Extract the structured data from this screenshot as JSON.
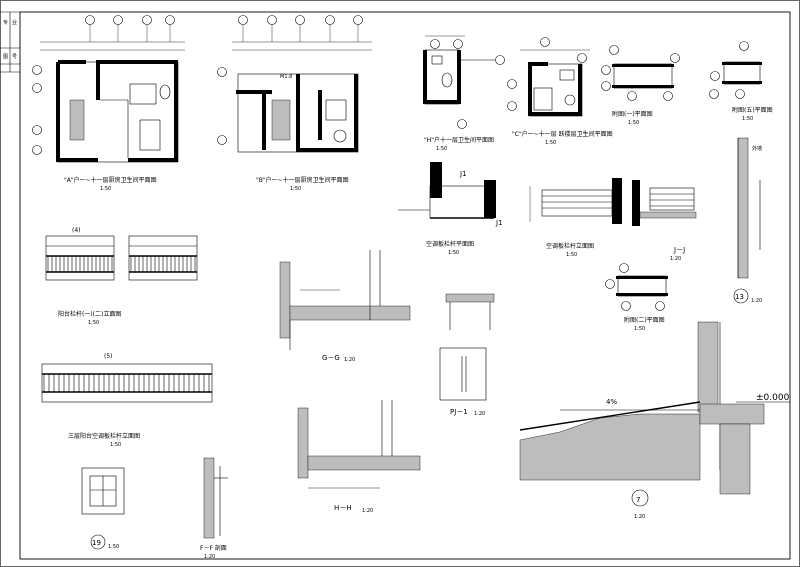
{
  "title_block": {
    "labels": [
      "专",
      "业",
      "图",
      "号"
    ]
  },
  "plans": {
    "a_bathroom": {
      "title": "\"A\"户一~十一层厨房卫生间平面图",
      "scale": "1:50"
    },
    "b_bathroom": {
      "title": "\"B\"户一~十一层厨房卫生间平面图",
      "scale": "1:50"
    },
    "h_bathroom": {
      "title": "\"H\"户十一层卫生间平面图",
      "scale": "1:50"
    },
    "c_bathroom": {
      "title": "\"C\"户一~十一层 跃楼层卫生间平面图",
      "scale": "1:50"
    },
    "appendix_1": {
      "title": "附图(一)平面图",
      "scale": "1:50"
    },
    "appendix_5": {
      "title": "附图(五)平面图",
      "scale": "1:50"
    },
    "appendix_2": {
      "title": "附图(二)平面图",
      "scale": "1:50"
    }
  },
  "details": {
    "railing_1": {
      "title": "阳台栏杆(一)(二)立面图",
      "scale": "1:50"
    },
    "railing_3": {
      "title": "三层阳台空调板栏杆立面图",
      "scale": "1:50"
    },
    "ac_plan": {
      "title": "空调板栏杆平面图",
      "scale": "1:50"
    },
    "ac_elev": {
      "title": "空调板栏杆立面图",
      "scale": "1:50"
    },
    "section_jj": {
      "title": "J－J",
      "scale": "1:20"
    },
    "section_gg": {
      "title": "G－G",
      "scale": "1:20"
    },
    "section_hh": {
      "title": "H－H",
      "scale": "1:20"
    },
    "section_pj": {
      "title": "PJ－1",
      "scale": "1:20"
    },
    "section_ff": {
      "title": "F－F 剖面",
      "scale": "1:20"
    },
    "detail_19": {
      "title": "19",
      "scale": "1:50"
    },
    "detail_13": {
      "title": "13",
      "scale": "1:20"
    },
    "detail_7": {
      "title": "7",
      "scale": "1:20"
    }
  },
  "annotations": {
    "level_zero": "±0.000",
    "slope": "4%",
    "label_j1": "J1",
    "label_j1b": "J1"
  }
}
